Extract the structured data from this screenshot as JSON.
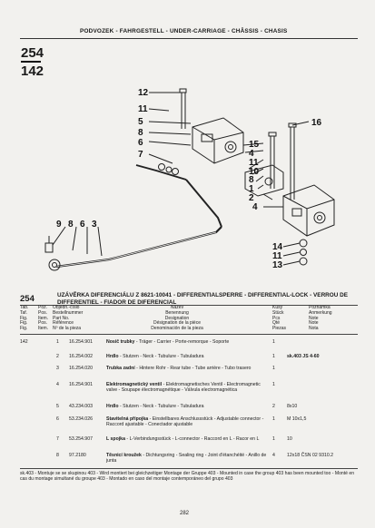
{
  "header": {
    "title": "PODVOZEK - FAHRGESTELL - UNDER-CARRIAGE - CHÂSSIS - CHASIS",
    "tab_top": "254",
    "tab_bottom": "142"
  },
  "diagram": {
    "callouts": [
      "12",
      "11",
      "5",
      "8",
      "6",
      "7",
      "16",
      "15",
      "4",
      "11",
      "10",
      "8",
      "1",
      "2",
      "9",
      "8",
      "6",
      "3",
      "4",
      "14",
      "11",
      "13"
    ]
  },
  "section": {
    "code": "254",
    "title": "UZÁVĚRKA DIFERENCIÁLU Z 8621-10041 - DIFFERENTIALSPERRE - DIFFERENTIAL-LOCK - VERROU DE DIFFERENTIEL - FIADOR DE DIFERENCIAL"
  },
  "columns": {
    "tab": [
      "Tab.",
      "Taf.",
      "Fig.",
      "Fig.",
      "Fig."
    ],
    "pos": [
      "Poz.",
      "Pos.",
      "Item.",
      "Pos.",
      "Item."
    ],
    "part": [
      "Objedn.-číslo",
      "Bestellnummer",
      "Part No.",
      "Référence",
      "Nº de la pieza"
    ],
    "name": [
      "Název",
      "Benennung",
      "Designation",
      "Désignation de la pièce",
      "Denominación de la pieza"
    ],
    "qty": [
      "Kusy",
      "Stück",
      "Pcs",
      "Qté",
      "Piezas"
    ],
    "note": [
      "Poznámka",
      "Anmerkung",
      "Note",
      "Note",
      "Nota"
    ]
  },
  "rows": [
    {
      "tab": "142",
      "pos": "1",
      "part": "16.254.901",
      "name_bold": "Nosič trubky",
      "name_rest": " - Träger - Carrier - Porte-remorque - Soporte",
      "qty": "1",
      "note": ""
    },
    {
      "tab": "",
      "pos": "2",
      "part": "16.254.002",
      "name_bold": "Hrdlo",
      "name_rest": " - Stutzen - Neck - Tubulure - Tubuladura",
      "qty": "1",
      "note": "sk.403 JS 4-60"
    },
    {
      "tab": "",
      "pos": "3",
      "part": "16.254.020",
      "name_bold": "Trubka zadní",
      "name_rest": " - Hintere Rohr - Rear tube - Tube arrière - Tubo trasero",
      "qty": "1",
      "note": ""
    },
    {
      "tab": "",
      "pos": "4",
      "part": "16.254.901",
      "name_bold": "Elektromagnetický ventil",
      "name_rest": " - Elektromagnetisches Ventil - Electromagnetic valve - Soupape électromagnétique - Válvula electromagnética",
      "qty": "1",
      "note": ""
    },
    {
      "tab": "",
      "pos": "5",
      "part": "43.234.003",
      "name_bold": "Hrdlo",
      "name_rest": " - Stutzen - Neck - Tubulure - Tubuladura",
      "qty": "2",
      "note": "8x10"
    },
    {
      "tab": "",
      "pos": "6",
      "part": "53.234.026",
      "name_bold": "Stavitelná přípojka",
      "name_rest": " - Einstellbares Anschlussstück - Adjustable connector - Raccord ajustable - Conectador ajustable",
      "qty": "1",
      "note": "M 10x1,5"
    },
    {
      "tab": "",
      "pos": "7",
      "part": "53.254.907",
      "name_bold": "L spojka",
      "name_rest": " - L-Verbindungsstück - L-connector - Raccord en L - Racor en L",
      "qty": "1",
      "note": "10"
    },
    {
      "tab": "",
      "pos": "8",
      "part": "97.2180",
      "name_bold": "Těsnicí kroužek",
      "name_rest": " - Dichtungsring - Sealing ring - Joint d'étanchéité - Anillo de junta",
      "qty": "4",
      "note": "12x18 ČSN 02 9310.2"
    }
  ],
  "footer": {
    "note": "sk.403 - Montuje se se skupinou 403 - Wird montiert bei gleichzeitiger Montage der Gruppe 403 - Mounted in case the group 403 has been mounted too - Monté en cas du montage simultané du groupe 403 - Montado en caso del montaje contemporáneo del grupo 403",
    "page": "282"
  }
}
